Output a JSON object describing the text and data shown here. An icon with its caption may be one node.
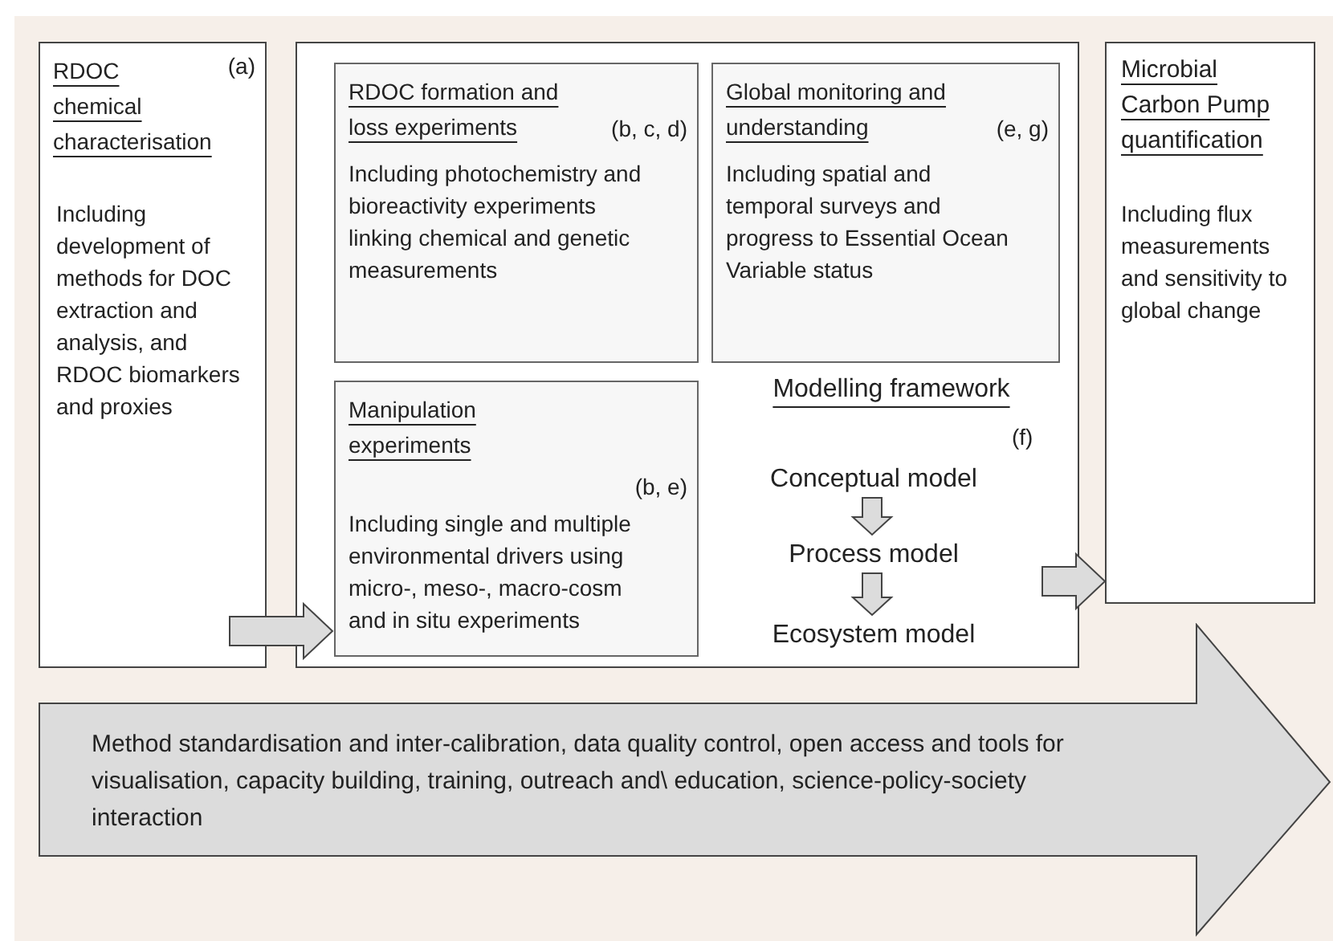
{
  "diagram": {
    "nodes": [
      {
        "text": [
          "RDOC chemical characterisation",
          "(a)",
          "Including development of methods for DOC extraction and analysis, and RDOC biomarkers and proxies"
        ]
      },
      {
        "text": [],
        "shape": "box"
      },
      {
        "text": [
          "RDOC formation and loss experiments",
          "(b, c, d)",
          "Including photochemistry and bioreactivity experiments linking chemical and genetic measurements"
        ],
        "in": 1
      },
      {
        "text": [
          "Global monitoring and understanding",
          "(e, g)",
          "Including spatial and temporal surveys and progress to Essential Ocean Variable status"
        ],
        "in": 1
      },
      {
        "text": [
          "Manipulation experiments",
          "(b, e)",
          "Including single and multiple environmental drivers using micro-, meso-, macro-cosm and in situ experiments"
        ],
        "in": 1
      },
      {
        "text": [
          "Conceptual model"
        ],
        "in": 1
      },
      {
        "text": [
          "Process model"
        ],
        "in": 1
      },
      {
        "text": [
          "Ecosystem model"
        ],
        "in": 1
      },
      {
        "text": [
          "Microbial Carbon Pump quantification",
          "Including flux measurements and sensitivity to global change"
        ]
      },
      {
        "text": [
          "Method standardisation and inter-calibration, data quality control, open access and tools for visualisation, capacity building, training, outreach and\\ education, science-policy-society interaction"
        ]
      }
    ],
    "edges": [
      {
        "from": 0,
        "to": 4,
        "arrow": "to"
      },
      {
        "from": 5,
        "to": 6,
        "arrow": "to"
      },
      {
        "from": 6,
        "to": 7,
        "arrow": "to"
      },
      {
        "from": 1,
        "to": 8,
        "arrow": "to"
      }
    ],
    "labels": [
      "Modelling framework",
      "(f)"
    ]
  }
}
